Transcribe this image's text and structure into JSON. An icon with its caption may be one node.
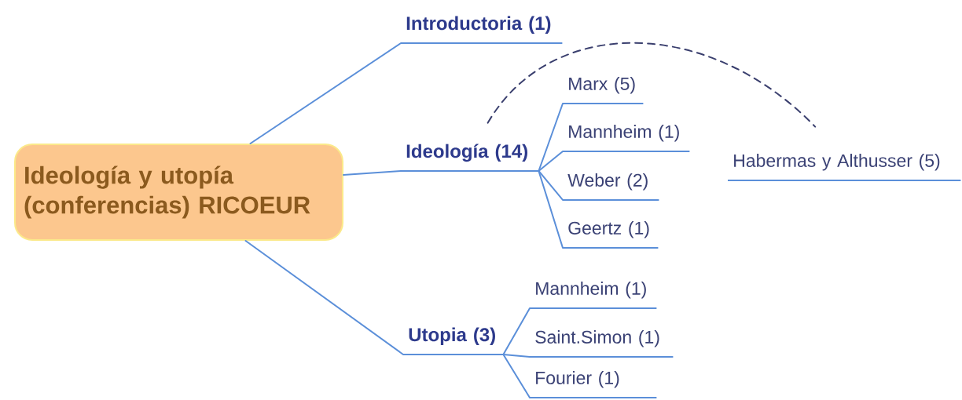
{
  "diagram": {
    "nodes": [
      {
        "text": [
          "Ideología y utopía (conferencias) RICOEUR"
        ]
      },
      {
        "text": [
          "Introductoria (1)"
        ]
      },
      {
        "text": [
          "Ideología (14)"
        ]
      },
      {
        "text": [
          "Marx (5)"
        ]
      },
      {
        "text": [
          "Mannheim (1)"
        ]
      },
      {
        "text": [
          "Weber (2)"
        ]
      },
      {
        "text": [
          "Geertz (1)"
        ]
      },
      {
        "text": [
          "Habermas y Althusser (5)"
        ]
      },
      {
        "text": [
          "Utopia (3)"
        ]
      },
      {
        "text": [
          "Mannheim (1)"
        ]
      },
      {
        "text": [
          "Saint.Simon (1)"
        ]
      },
      {
        "text": [
          "Fourier (1)"
        ]
      }
    ],
    "edges": [
      {
        "from": 0,
        "to": 1,
        "arrow": "none"
      },
      {
        "from": 0,
        "to": 2,
        "arrow": "none"
      },
      {
        "from": 2,
        "to": 3,
        "arrow": "none"
      },
      {
        "from": 2,
        "to": 4,
        "arrow": "none"
      },
      {
        "from": 2,
        "to": 5,
        "arrow": "none"
      },
      {
        "from": 2,
        "to": 6,
        "arrow": "none"
      },
      {
        "from": 2,
        "to": 7,
        "arrow": "none",
        "style": "dashed",
        "color": "#3a3f6e"
      },
      {
        "from": 0,
        "to": 8,
        "arrow": "none"
      },
      {
        "from": 8,
        "to": 9,
        "arrow": "none"
      },
      {
        "from": 8,
        "to": 10,
        "arrow": "none"
      },
      {
        "from": 8,
        "to": 11,
        "arrow": "none"
      }
    ]
  }
}
